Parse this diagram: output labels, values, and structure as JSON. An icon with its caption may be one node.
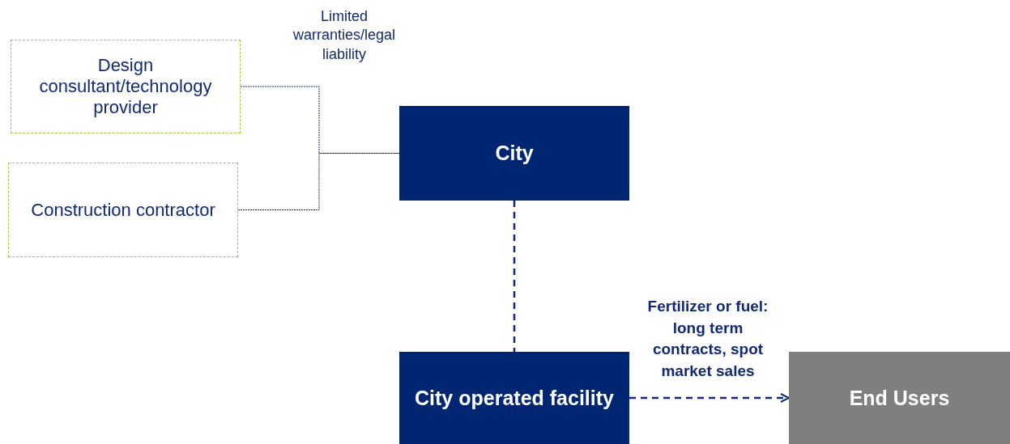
{
  "diagram": {
    "nodes": [
      {
        "text": [
          "Design consultant/technology provider"
        ]
      },
      {
        "text": [
          "Construction contractor"
        ]
      },
      {
        "text": [
          "City"
        ]
      },
      {
        "text": [
          "City operated facility"
        ]
      },
      {
        "text": [
          "End Users"
        ]
      }
    ],
    "edges": [
      {
        "from": 0,
        "to": 2,
        "arrow": "none",
        "style": "dashed"
      },
      {
        "from": 1,
        "to": 2,
        "arrow": "none",
        "style": "dashed"
      },
      {
        "from": 2,
        "to": 3,
        "arrow": "none",
        "style": "dashed"
      },
      {
        "from": 3,
        "to": 4,
        "arrow": "to",
        "style": "dashed",
        "label": "Fertilizer or fuel: long term contracts, spot market sales"
      }
    ],
    "labels": [
      "Limited warranties/legal liability"
    ]
  }
}
